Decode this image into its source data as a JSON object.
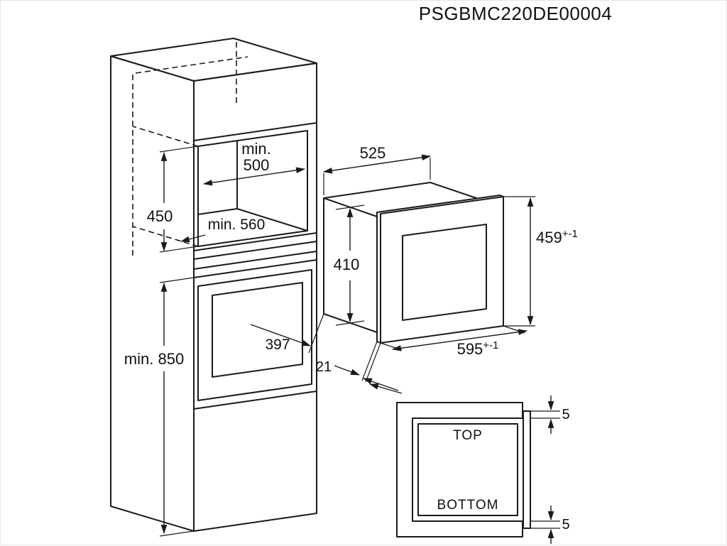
{
  "title": "PSGBMC220DE00004",
  "colors": {
    "line": "#1a1a1a",
    "background": "#ffffff"
  },
  "cabinet": {
    "niche_height": "450",
    "niche_width_line1": "min.",
    "niche_width_line2": "500",
    "niche_depth": "min. 560",
    "floor_height": "min. 850"
  },
  "microwave": {
    "body_width": "525",
    "body_height": "410",
    "frame_height": "459",
    "frame_height_tol": "+-1",
    "frame_width": "595",
    "frame_width_tol": "+-1",
    "body_depth": "397",
    "frame_overhang": "21"
  },
  "section": {
    "top_label": "TOP",
    "bottom_label": "BOTTOM",
    "gap_top": "5",
    "gap_bottom": "5"
  }
}
